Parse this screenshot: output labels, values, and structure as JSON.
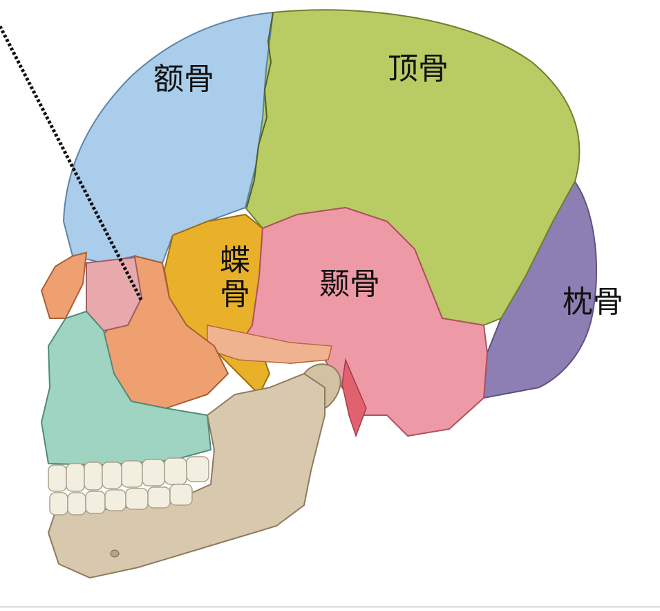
{
  "labels": {
    "frontal": "额骨",
    "parietal": "顶骨",
    "sphenoid": "蝶骨",
    "temporal": "颞骨",
    "occipital": "枕骨"
  },
  "colors": {
    "frontal": "#a9cdea",
    "parietal": "#b9cc63",
    "sphenoid": "#e9b12a",
    "temporal": "#ee9aa6",
    "occipital": "#8d7fb4",
    "zygomatic": "#eea071",
    "maxilla": "#9fd3c2",
    "mandible": "#d8c8ad",
    "teeth": "#f3efe0",
    "pointer_line": "#111111"
  },
  "icons": {
    "illustration": "lateral-skull-illustration",
    "pointer": "dotted-pointer-line"
  }
}
